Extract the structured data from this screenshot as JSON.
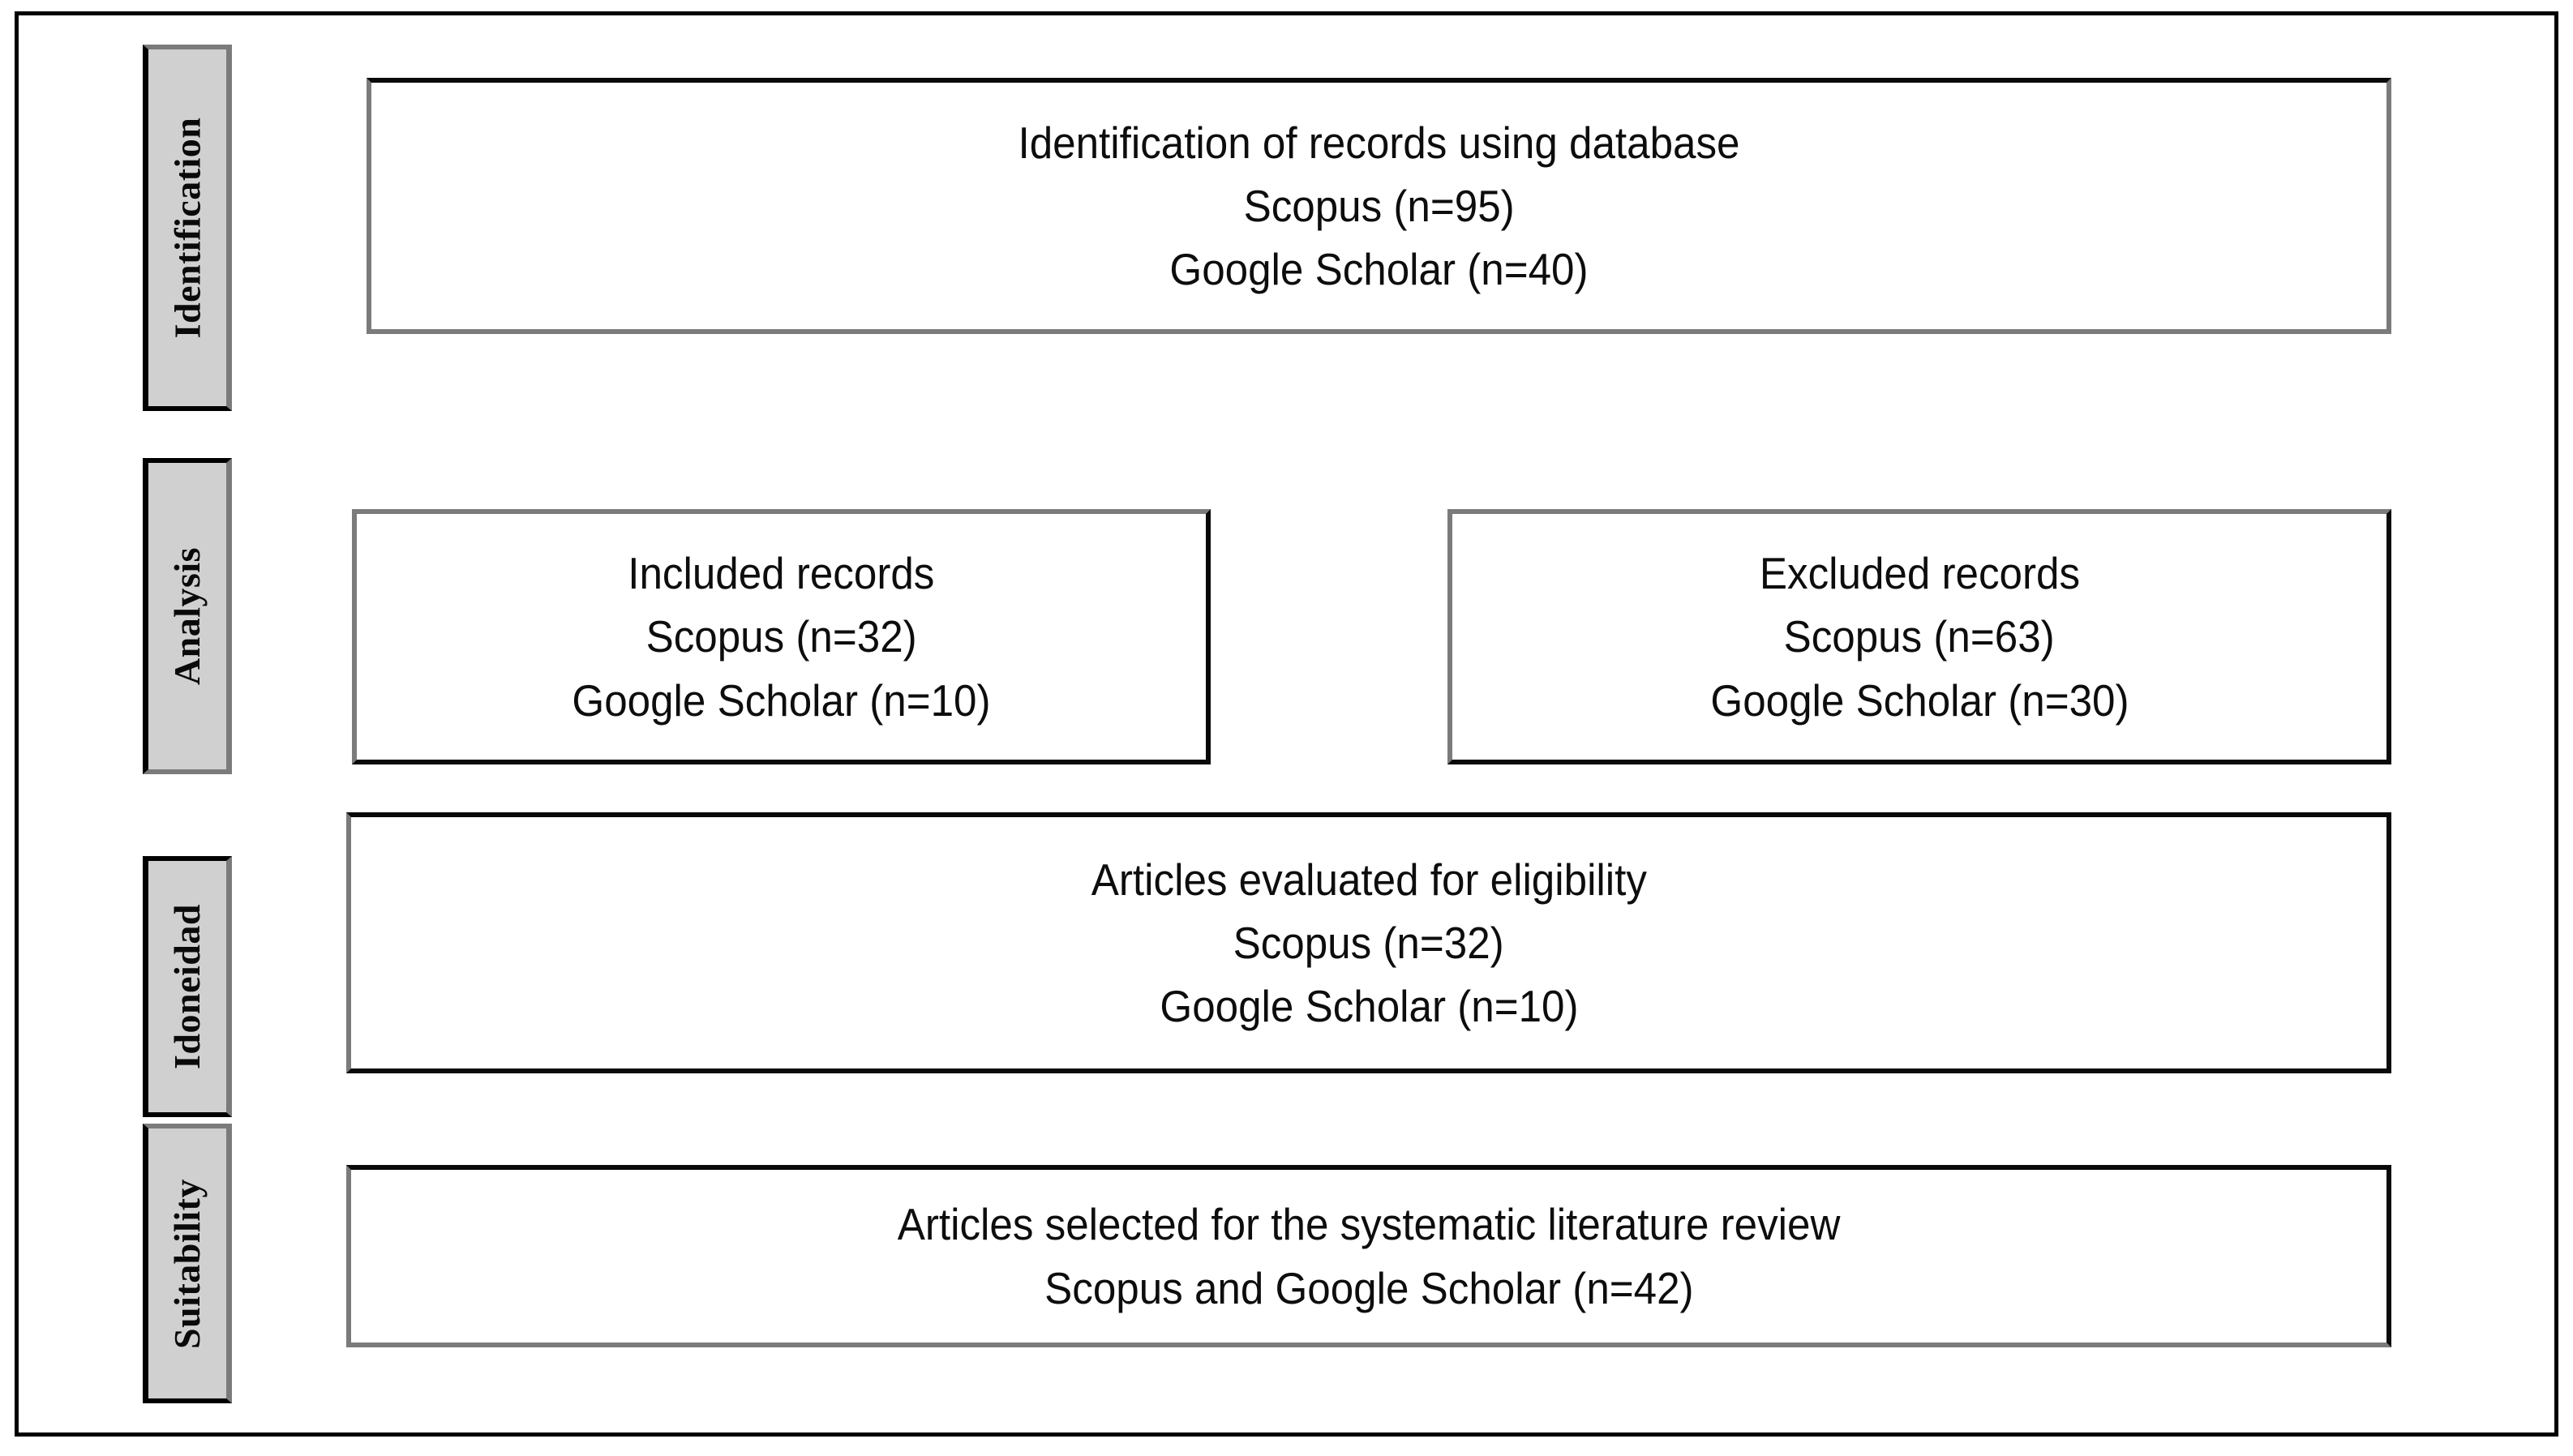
{
  "diagram": {
    "title": "PRISMA record selection flow",
    "colors": {
      "frame_border": "#000000",
      "stage_fill": "#d0d0d0",
      "box_fill": "#ffffff",
      "border_dark": "#0a0a0a",
      "border_gray": "#7b7b7b",
      "text": "#0d0d0d"
    },
    "stages": [
      {
        "label": "Identification"
      },
      {
        "label": "Analysis"
      },
      {
        "label": "Idoneidad"
      },
      {
        "label": "Suitability"
      }
    ],
    "boxes": [
      {
        "id": "identification",
        "lines": [
          "Identification of records using database",
          "Scopus (n=95)",
          "Google Scholar (n=40)"
        ]
      },
      {
        "id": "included",
        "lines": [
          "Included records",
          "Scopus (n=32)",
          "Google Scholar (n=10)"
        ]
      },
      {
        "id": "excluded",
        "lines": [
          "Excluded records",
          "Scopus (n=63)",
          "Google Scholar (n=30)"
        ]
      },
      {
        "id": "eligibility",
        "lines": [
          "Articles evaluated for eligibility",
          "Scopus (n=32)",
          "Google Scholar (n=10)"
        ]
      },
      {
        "id": "selected",
        "lines": [
          "Articles selected for the systematic literature review",
          "Scopus and Google Scholar (n=42)"
        ]
      }
    ],
    "counts": {
      "identification_scopus": 95,
      "identification_google_scholar": 40,
      "included_scopus": 32,
      "included_google_scholar": 10,
      "excluded_scopus": 63,
      "excluded_google_scholar": 30,
      "eligibility_scopus": 32,
      "eligibility_google_scholar": 10,
      "selected_total": 42
    }
  }
}
